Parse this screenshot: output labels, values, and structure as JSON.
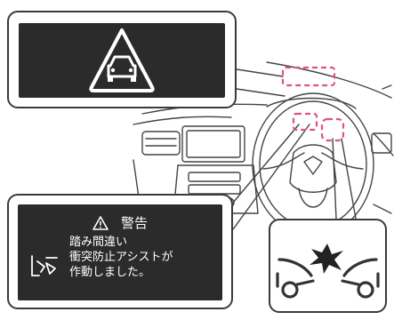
{
  "warning_display": {
    "title": "警告",
    "message_lines": [
      "踏み間違い",
      "衝突防止アシストが",
      "作動しました。"
    ]
  },
  "icons": {
    "top_indicator": "vehicle-ahead-warning-icon",
    "warning_symbol": "warning-triangle-icon",
    "pedal_assist": "pedal-misapplication-icon",
    "collision": "front-collision-icon"
  },
  "colors": {
    "highlight": "#e0518a",
    "panel": "#2b2b2b",
    "line_art": "#444444"
  }
}
